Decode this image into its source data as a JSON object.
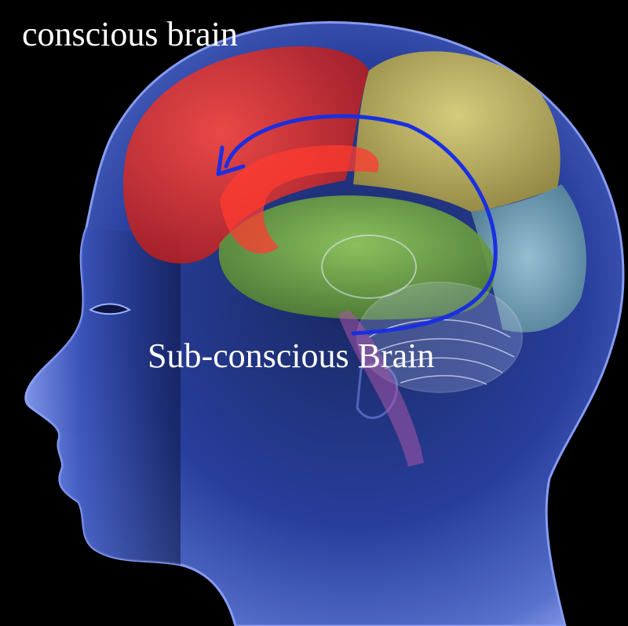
{
  "labels": {
    "conscious": "conscious brain",
    "subconscious": "Sub-conscious Brain"
  },
  "colors": {
    "background": "#000000",
    "head_glow": "#6f87e6",
    "frontal_lobe": "#e8262b",
    "parietal_lobe": "#d9cd5a",
    "occipital_lobe": "#7fb6c4",
    "temporal_lobe": "#79b54a",
    "limbic_ring": "#ff3b30",
    "cerebellum": "#cfd9ee",
    "brainstem": "#a855a8",
    "arrow": "#1a2fe0",
    "text": "#ffffff"
  },
  "arrow": {
    "direction": "from sub-conscious to conscious"
  }
}
